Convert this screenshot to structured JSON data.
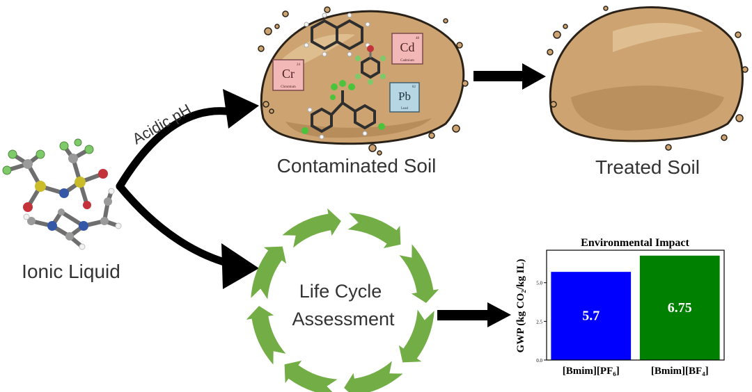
{
  "labels": {
    "ionic_liquid": "Ionic Liquid",
    "acidic_ph": "Acidic pH",
    "contaminated_soil": "Contaminated Soil",
    "treated_soil": "Treated Soil",
    "lca_line1": "Life Cycle",
    "lca_line2": "Assessment"
  },
  "elements": [
    {
      "symbol": "Cr",
      "name": "Chromium",
      "number": "24",
      "color": "#f2b8b8"
    },
    {
      "symbol": "Cd",
      "name": "Cadmium",
      "number": "48",
      "color": "#f2b8b8"
    },
    {
      "symbol": "Pb",
      "name": "Lead",
      "number": "82",
      "color": "#b7d6e4"
    }
  ],
  "colors": {
    "soil_fill": "#cda471",
    "soil_dark": "#a97f4e",
    "soil_light": "#e2c497",
    "soil_outline": "#2a2218",
    "cycle_green": "#72ad45",
    "arrow_black": "#000000"
  },
  "chart_data": {
    "type": "bar",
    "title": "Environmental Impact",
    "ylabel": "GWP (kg CO₂/kg IL)",
    "categories": [
      "[Bmim][PF₆]",
      "[Bmim][BF₄]"
    ],
    "values": [
      5.7,
      6.75
    ],
    "value_labels": [
      "5.7",
      "6.75"
    ],
    "bar_colors": [
      "#0000ff",
      "#008000"
    ],
    "yticks": [
      0.0,
      2.5,
      5.0
    ],
    "ytick_labels": [
      "0.0",
      "2.5",
      "5.0"
    ],
    "ylim": [
      0,
      7.1
    ],
    "grid": false
  }
}
